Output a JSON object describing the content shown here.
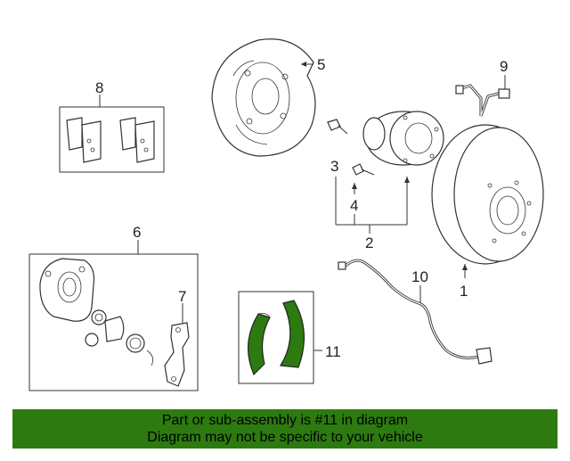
{
  "callouts": {
    "c1": "1",
    "c2": "2",
    "c3": "3",
    "c4": "4",
    "c5": "5",
    "c6": "6",
    "c7": "7",
    "c8": "8",
    "c9": "9",
    "c10": "10",
    "c11": "11"
  },
  "colors": {
    "highlight_part": "#2d7a10",
    "banner_bg": "#2d7a10",
    "line": "#333333"
  },
  "banner": {
    "line1": "Part or sub-assembly is #11 in diagram",
    "line2": "Diagram may not be specific to your vehicle"
  }
}
